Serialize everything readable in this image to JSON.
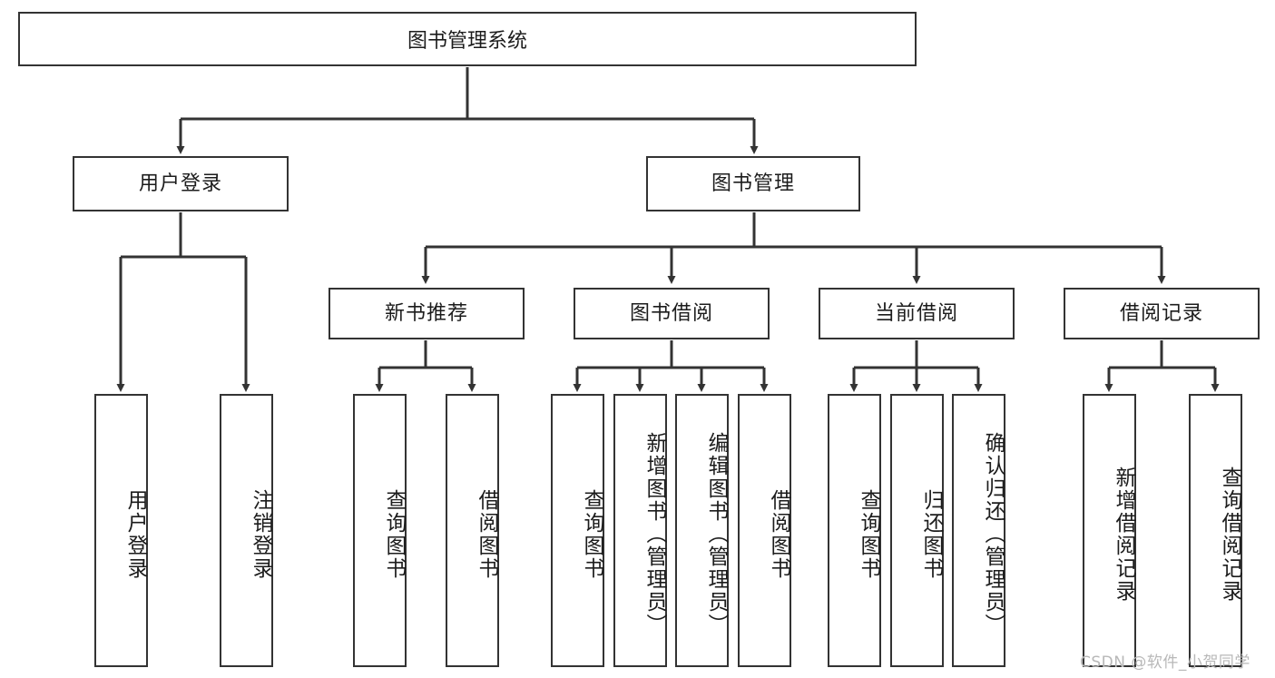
{
  "diagram": {
    "title": "图书管理系统",
    "type": "tree-hierarchy-diagram",
    "colors": {
      "stroke": "#333333",
      "fill": "#ffffff",
      "text": "#1c1c1c",
      "watermark": "#b8b8b8"
    },
    "root": {
      "id": "root",
      "label": "图书管理系统"
    },
    "level2": [
      {
        "id": "user-login",
        "label": "用户登录"
      },
      {
        "id": "book-manage",
        "label": "图书管理"
      }
    ],
    "level3": [
      {
        "id": "new-book-rec",
        "label": "新书推荐",
        "parent": "book-manage"
      },
      {
        "id": "book-borrow",
        "label": "图书借阅",
        "parent": "book-manage"
      },
      {
        "id": "current-borrow",
        "label": "当前借阅",
        "parent": "book-manage"
      },
      {
        "id": "borrow-record",
        "label": "借阅记录",
        "parent": "book-manage"
      }
    ],
    "leaves": [
      {
        "id": "leaf-user-login",
        "label": "用户登录",
        "parent": "user-login"
      },
      {
        "id": "leaf-logout",
        "label": "注销登录",
        "parent": "user-login"
      },
      {
        "id": "leaf-query-book-1",
        "label": "查询图书",
        "parent": "new-book-rec"
      },
      {
        "id": "leaf-borrow-book-1",
        "label": "借阅图书",
        "parent": "new-book-rec"
      },
      {
        "id": "leaf-query-book-2",
        "label": "查询图书",
        "parent": "book-borrow"
      },
      {
        "id": "leaf-add-book",
        "label": "新增图书（管理员）",
        "parent": "book-borrow"
      },
      {
        "id": "leaf-edit-book",
        "label": "编辑图书（管理员）",
        "parent": "book-borrow"
      },
      {
        "id": "leaf-borrow-book-2",
        "label": "借阅图书",
        "parent": "book-borrow"
      },
      {
        "id": "leaf-query-book-3",
        "label": "查询图书",
        "parent": "current-borrow"
      },
      {
        "id": "leaf-return-book",
        "label": "归还图书",
        "parent": "current-borrow"
      },
      {
        "id": "leaf-confirm-return",
        "label": "确认归还（管理员）",
        "parent": "current-borrow"
      },
      {
        "id": "leaf-add-record",
        "label": "新增借阅记录",
        "parent": "borrow-record"
      },
      {
        "id": "leaf-query-record",
        "label": "查询借阅记录",
        "parent": "borrow-record"
      }
    ]
  },
  "watermark": {
    "text": "CSDN @软件_小贺同学"
  }
}
